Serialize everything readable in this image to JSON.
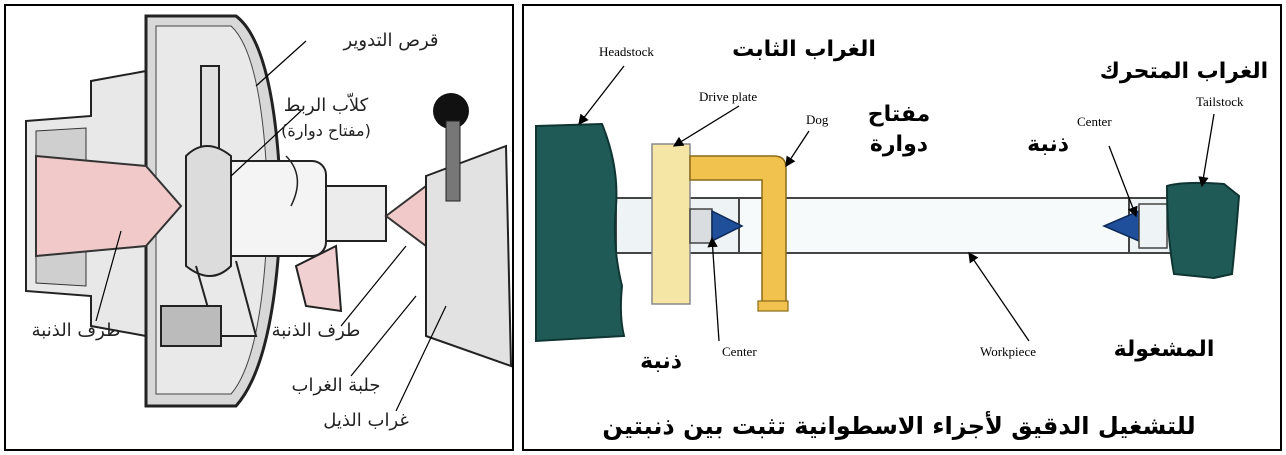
{
  "left_diagram": {
    "labels": {
      "faceplate": "قرص التدوير",
      "clamp_dog": "كلاّب الربط",
      "dog_alt": "(مفتاح دوارة)",
      "center_left": "طرف الذنبة",
      "center_right": "طرف الذنبة",
      "tail_housing": "جلبة الغراب",
      "tailstock": "غراب الذيل"
    }
  },
  "right_diagram": {
    "labels": {
      "headstock_en": "Headstock",
      "headstock_ar": "الغراب الثابت",
      "drive_plate_en": "Drive plate",
      "dog_en": "Dog",
      "dog_ar_1": "مفتاح",
      "dog_ar_2": "دوارة",
      "tailstock_ar": "الغراب المتحرك",
      "tailstock_en": "Tailstock",
      "center_right_en": "Center",
      "center_right_ar": "ذنبة",
      "center_left_en": "Center",
      "center_left_ar": "ذنبة",
      "workpiece_en": "Workpiece",
      "workpiece_ar": "المشغولة",
      "caption": "للتشغيل الدقيق لأجزاء الاسطوانية تثبت بين ذنبتين"
    },
    "colors": {
      "headstock": "#1f5a57",
      "drive_plate": "#f6e6a6",
      "dog": "#f2c24e",
      "center": "#1f4f9a",
      "workpiece": "#eef3f6"
    }
  }
}
